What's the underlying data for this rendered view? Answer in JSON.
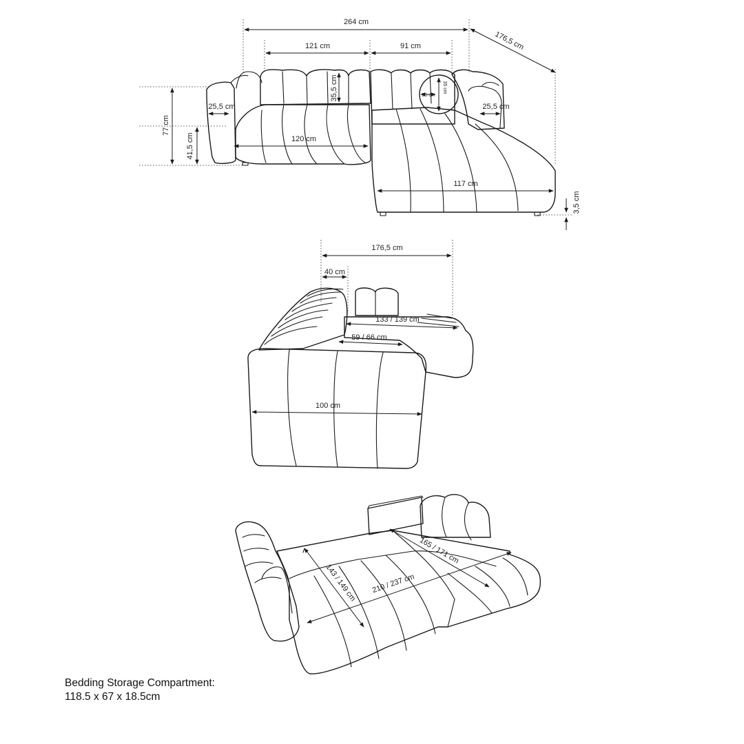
{
  "views": {
    "top": {
      "total_width": "264 cm",
      "depth": "176,5 cm",
      "back_left": "121 cm",
      "back_right": "91 cm",
      "back_height": "35,5 cm",
      "pillow_width": "35 cm",
      "pillow_height": "35 cm",
      "arm_left": "25,5 cm",
      "arm_right": "25,5 cm",
      "height": "77 cm",
      "seat_height": "41,5 cm",
      "seat_width": "120 cm",
      "chaise_width": "117 cm",
      "leg_height": "3,5 cm"
    },
    "side": {
      "depth": "176,5 cm",
      "back_depth": "40 cm",
      "seat_depth": "133 / 139 cm",
      "seat_depth_inner": "59 / 66 cm",
      "chaise_width": "100 cm"
    },
    "bed": {
      "bed_width": "143 / 149 cm",
      "bed_length": "210 / 237 cm",
      "chaise_length": "165 / 171 cm"
    }
  },
  "storage": {
    "title": "Bedding Storage Compartment:",
    "size": "118.5 x 67 x 18.5cm"
  }
}
